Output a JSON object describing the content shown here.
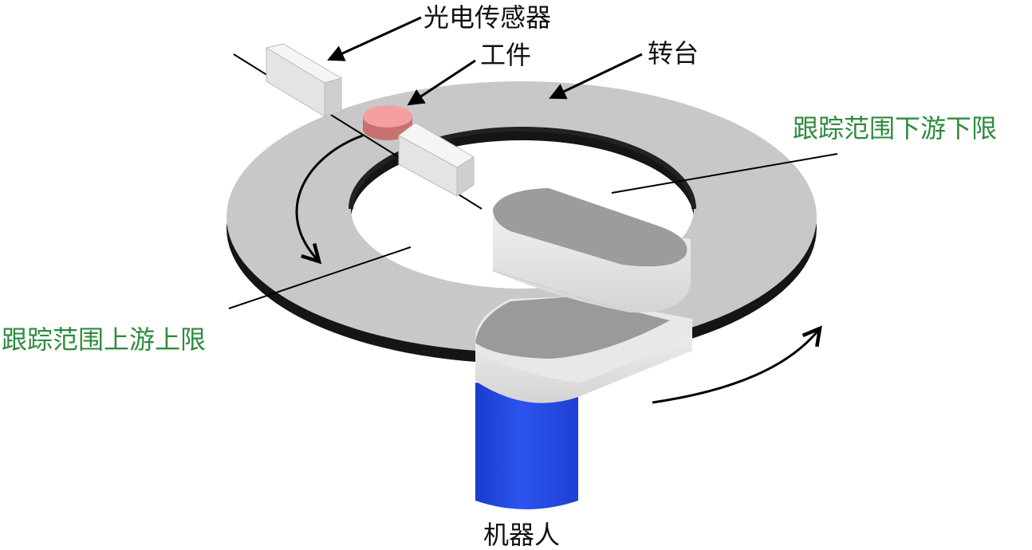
{
  "labels": {
    "sensor": "光电传感器",
    "workpiece": "工件",
    "turntable": "转台",
    "downstream_limit": "跟踪范围下游下限",
    "upstream_limit": "跟踪范围上游上限",
    "robot": "机器人"
  },
  "colors": {
    "label_text": "#111111",
    "limit_label_text": "#2e8b3e",
    "turntable": "#c8c8c8",
    "turntable_rim": "#1a1a1a",
    "sensor": "#e6e6e6",
    "workpiece": "#f4a0a0",
    "robot_arm": "#e0e0e0",
    "robot_base": "#2244dd"
  }
}
